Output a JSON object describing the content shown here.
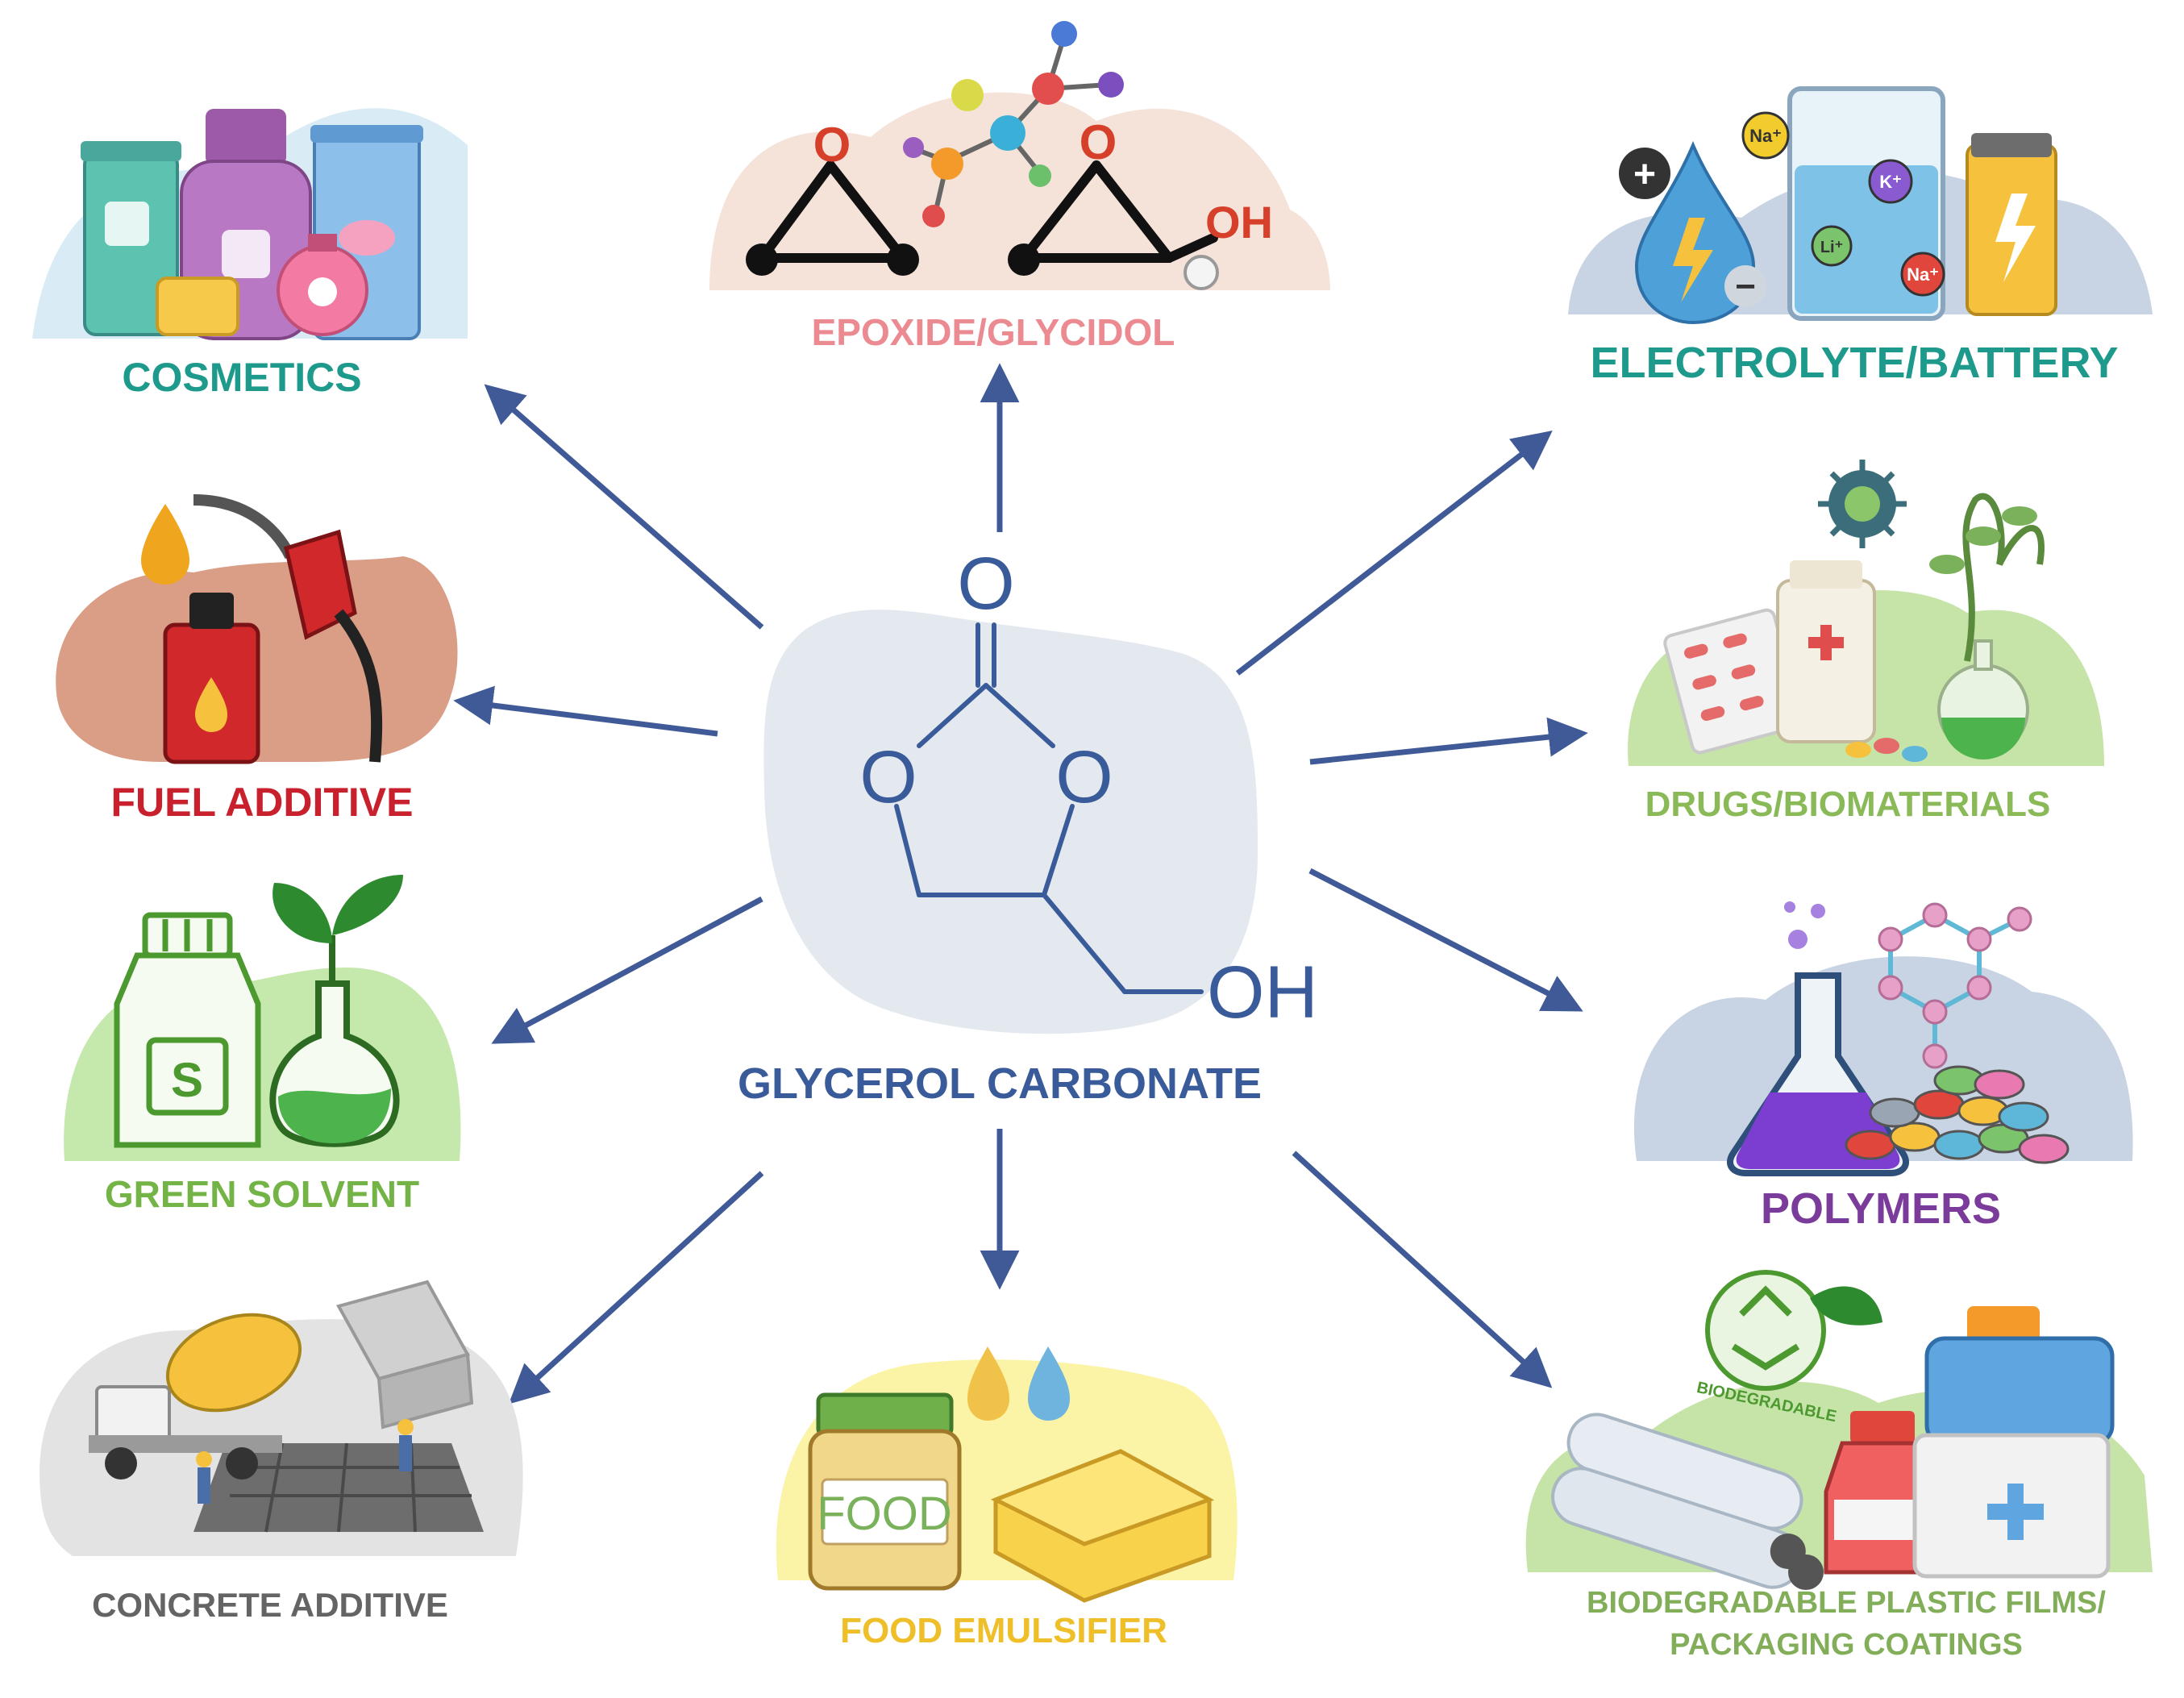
{
  "center": {
    "title": "GLYCEROL CARBONATE",
    "atoms": {
      "carbonyl_o": "O",
      "ring_o_left": "O",
      "ring_o_right": "O",
      "hydroxyl": "OH"
    },
    "color": "#3a5b9a",
    "blob_color": "#e4e9f0"
  },
  "arrow_color": "#3f5a96",
  "applications": {
    "cosmetics": {
      "label": "COSMETICS",
      "color": "#1e9a8c"
    },
    "epoxide": {
      "label": "EPOXIDE/GLYCIDOL",
      "color": "#ec8a92",
      "atom_o": "O",
      "atom_oh": "OH",
      "atom_o_color": "#d6402a"
    },
    "electrolyte": {
      "label": "ELECTROLYTE/BATTERY",
      "color": "#1e9a8c",
      "ions": [
        "Na⁺",
        "K⁺",
        "Na⁺",
        "Li⁺"
      ],
      "signs": [
        "+",
        "−"
      ]
    },
    "fuel": {
      "label": "FUEL ADDITIVE",
      "color": "#c8202c"
    },
    "drugs": {
      "label": "DRUGS/BIOMATERIALS",
      "color": "#8aba58"
    },
    "solvent": {
      "label": "GREEN SOLVENT",
      "color": "#74b447",
      "bottle_mark": "S"
    },
    "polymers": {
      "label": "POLYMERS",
      "color": "#7a3b9a"
    },
    "concrete": {
      "label": "CONCRETE ADDITIVE",
      "color": "#646464"
    },
    "food": {
      "label": "FOOD EMULSIFIER",
      "color": "#eebf28",
      "jar_text": "FOOD"
    },
    "biodegradable": {
      "label_line1": "BIODEGRADABLE PLASTIC FILMS/",
      "label_line2": "PACKAGING COATINGS",
      "color": "#82ae5a",
      "badge_text": "BIODEGRADABLE"
    }
  }
}
